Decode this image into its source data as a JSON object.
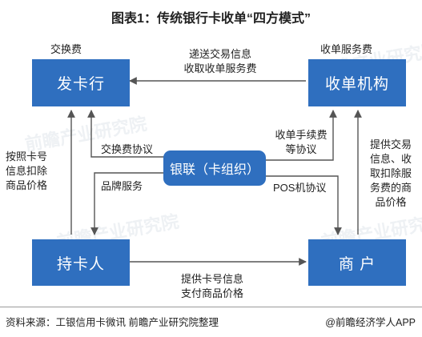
{
  "title": "图表1：传统银行卡收单“四方模式”",
  "nodes": {
    "issuer": {
      "label": "发卡行",
      "caption": "交换费"
    },
    "acquirer": {
      "label": "收单机构",
      "caption": "收单服务费"
    },
    "cardholder": {
      "label": "持卡人"
    },
    "merchant": {
      "label": "商 户"
    },
    "unionpay": {
      "label": "银联（卡组织）"
    }
  },
  "edges": {
    "acquirer_to_issuer": "递送交易信息\n收取收单服务费",
    "issuer_to_cardholder": "按照卡号\n信息扣除\n商品价格",
    "interchange_agreement": "交换费协议",
    "brand_service": "品牌服务",
    "fee_agreement": "收单手续费\n等协议",
    "pos_agreement": "POS机协议",
    "merchant_to_acquirer": "提供交易\n信息、收\n取扣除服\n务费的商\n品价格",
    "cardholder_to_merchant": "提供卡号信息\n支付商品价格"
  },
  "footer": {
    "source": "资料来源：工银信用卡微讯  前瞻产业研究院整理",
    "brand": "@前瞻经济学人APP"
  },
  "colors": {
    "box": "#2f6fbf",
    "arrow": "#555555"
  }
}
